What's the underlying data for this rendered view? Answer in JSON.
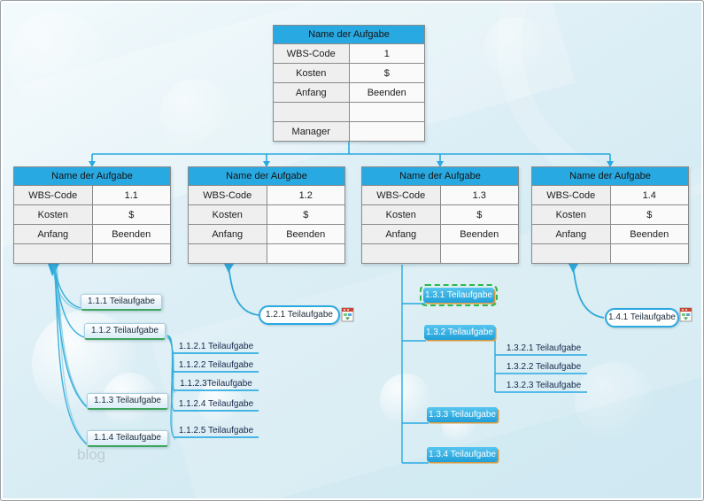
{
  "tables": {
    "root": {
      "title": "Name der Aufgabe",
      "rows": [
        {
          "label": "WBS-Code",
          "value": "1"
        },
        {
          "label": "Kosten",
          "value": "$"
        },
        {
          "label": "Anfang",
          "value": "Beenden"
        },
        {
          "label": "",
          "value": ""
        },
        {
          "label": "Manager",
          "value": ""
        }
      ]
    },
    "children": [
      {
        "title": "Name der Aufgabe",
        "rows": [
          {
            "label": "WBS-Code",
            "value": "1.1"
          },
          {
            "label": "Kosten",
            "value": "$"
          },
          {
            "label": "Anfang",
            "value": "Beenden"
          },
          {
            "label": "",
            "value": ""
          }
        ]
      },
      {
        "title": "Name der Aufgabe",
        "rows": [
          {
            "label": "WBS-Code",
            "value": "1.2"
          },
          {
            "label": "Kosten",
            "value": "$"
          },
          {
            "label": "Anfang",
            "value": "Beenden"
          },
          {
            "label": "",
            "value": ""
          }
        ]
      },
      {
        "title": "Name der Aufgabe",
        "rows": [
          {
            "label": "WBS-Code",
            "value": "1.3"
          },
          {
            "label": "Kosten",
            "value": "$"
          },
          {
            "label": "Anfang",
            "value": "Beenden"
          },
          {
            "label": "",
            "value": ""
          }
        ]
      },
      {
        "title": "Name der Aufgabe",
        "rows": [
          {
            "label": "WBS-Code",
            "value": "1.4"
          },
          {
            "label": "Kosten",
            "value": "$"
          },
          {
            "label": "Anfang",
            "value": "Beenden"
          },
          {
            "label": "",
            "value": ""
          }
        ]
      }
    ]
  },
  "nodes": {
    "group_1_1": [
      "1.1.1 Teilaufgabe",
      "1.1.2 Teilaufgabe",
      "1.1.3 Teilaufgabe",
      "1.1.4 Teilaufgabe"
    ],
    "group_1_1_2": [
      "1.1.2.1 Teilaufgabe",
      "1.1.2.2 Teilaufgabe",
      "1.1.2.3Teilaufgabe",
      "1.1.2.4 Teilaufgabe",
      "1.1.2.5 Teilaufgabe"
    ],
    "node_1_2_1": "1.2.1 Teilaufgabe",
    "group_1_3": [
      "1.3.1 Teilaufgabe",
      "1.3.2 Teilaufgabe",
      "1.3.3 Teilaufgabe",
      "1.3.4 Teilaufgabe"
    ],
    "group_1_3_2": [
      "1.3.2.1 Teilaufgabe",
      "1.3.2.2 Teilaufgabe",
      "1.3.2.3 Teilaufgabe"
    ],
    "node_1_4_1": "1.4.1 Teilaufgabe"
  },
  "selection": {
    "selected_node": "1.3.1 Teilaufgabe"
  },
  "icons": {
    "attachment_1_2_1": "linked-document-icon",
    "attachment_1_4_1": "linked-document-icon"
  },
  "watermark": {
    "text": "blog"
  },
  "colors": {
    "accent_blue": "#29a9e1",
    "node_blue_top": "#58c5ef",
    "node_blue_bottom": "#1f9fd9",
    "leaf_green": "#3fa45c",
    "shadow_orange": "#d89a3e",
    "selection_green": "#2db84b",
    "connector": "#2fa8d8"
  }
}
